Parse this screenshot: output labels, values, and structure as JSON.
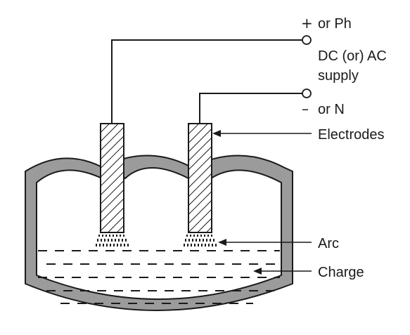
{
  "labels": {
    "positive_symbol": "+",
    "positive_text": "or Ph",
    "supply_line1": "DC (or) AC",
    "supply_line2": "supply",
    "negative_symbol": "–",
    "negative_text": "or N",
    "electrodes": "Electrodes",
    "arc": "Arc",
    "charge": "Charge"
  },
  "colors": {
    "ink": "#1a1a1a",
    "furnace_wall": "#9b9b9b",
    "background": "#ffffff"
  }
}
